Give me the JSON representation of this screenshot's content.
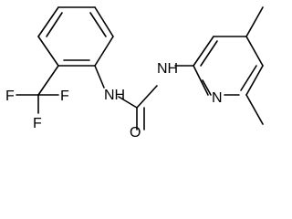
{
  "structure": {
    "atoms": {
      "nh_left": "NH",
      "nh_right": "NH",
      "oxygen": "O",
      "pyridine_nitrogen": "N",
      "fluorine_1": "F",
      "fluorine_2": "F",
      "fluorine_3": "F"
    }
  },
  "colors": {
    "bond": "#000000",
    "label": "#000000",
    "background": "#ffffff"
  }
}
